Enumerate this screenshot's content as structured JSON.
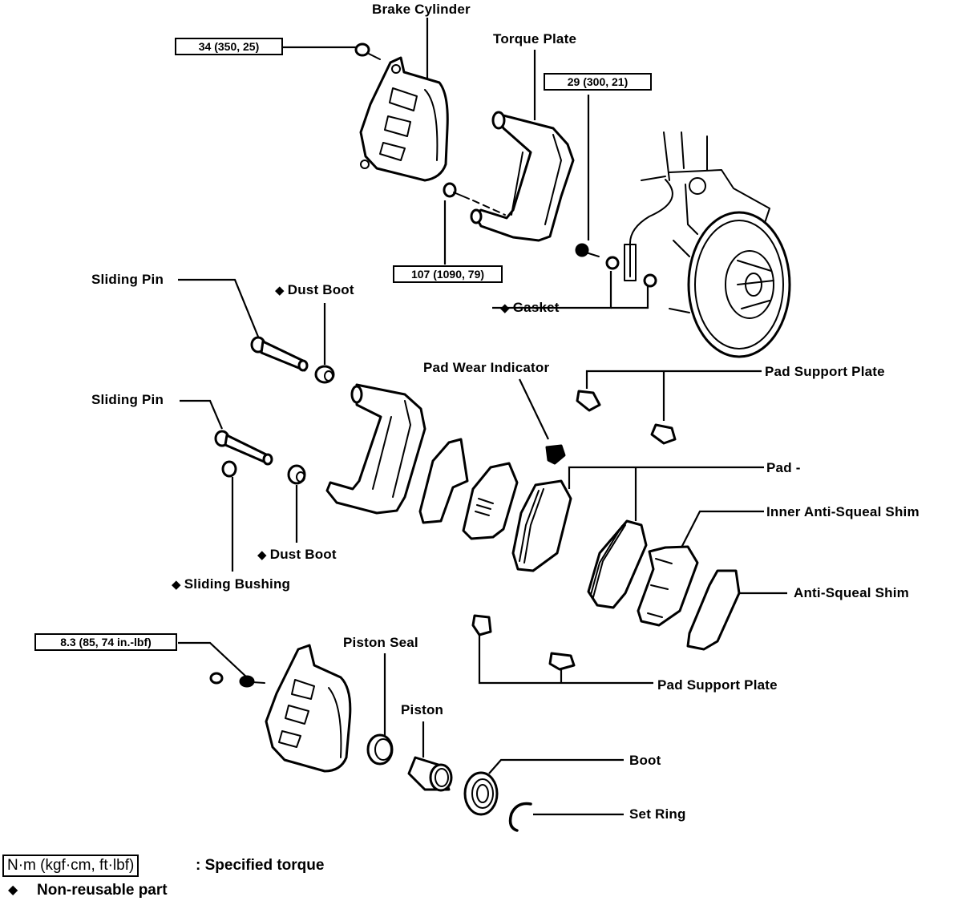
{
  "diagram": {
    "title": "Front Disc Brake Components",
    "labels": {
      "brake_cylinder": "Brake Cylinder",
      "torque_plate": "Torque Plate",
      "sliding_pin_1": "Sliding Pin",
      "dust_boot_1": "Dust Boot",
      "gasket": "Gasket",
      "pad_wear_indicator": "Pad Wear Indicator",
      "pad_support_plate_1": "Pad Support Plate",
      "sliding_pin_2": "Sliding Pin",
      "pad": "Pad -",
      "inner_anti_squeal_shim": "Inner Anti-Squeal Shim",
      "dust_boot_2": "Dust Boot",
      "anti_squeal_shim": "Anti-Squeal Shim",
      "sliding_bushing": "Sliding Bushing",
      "piston_seal": "Piston Seal",
      "pad_support_plate_2": "Pad Support Plate",
      "piston": "Piston",
      "boot": "Boot",
      "set_ring": "Set Ring"
    },
    "non_reusable_marker": "◆",
    "torque_specs": {
      "caliper_bolt": "34 (350, 25)",
      "hose_union_bolt": "29 (300, 21)",
      "torque_plate_bolt": "107 (1090, 79)",
      "bleeder_plug": "8.3 (85, 74 in.-lbf)"
    },
    "legend": {
      "torque_unit": "N·m (kgf·cm, ft·lbf)",
      "torque_desc": ":  Specified torque",
      "marker": "◆",
      "marker_desc": "Non-reusable part"
    }
  }
}
